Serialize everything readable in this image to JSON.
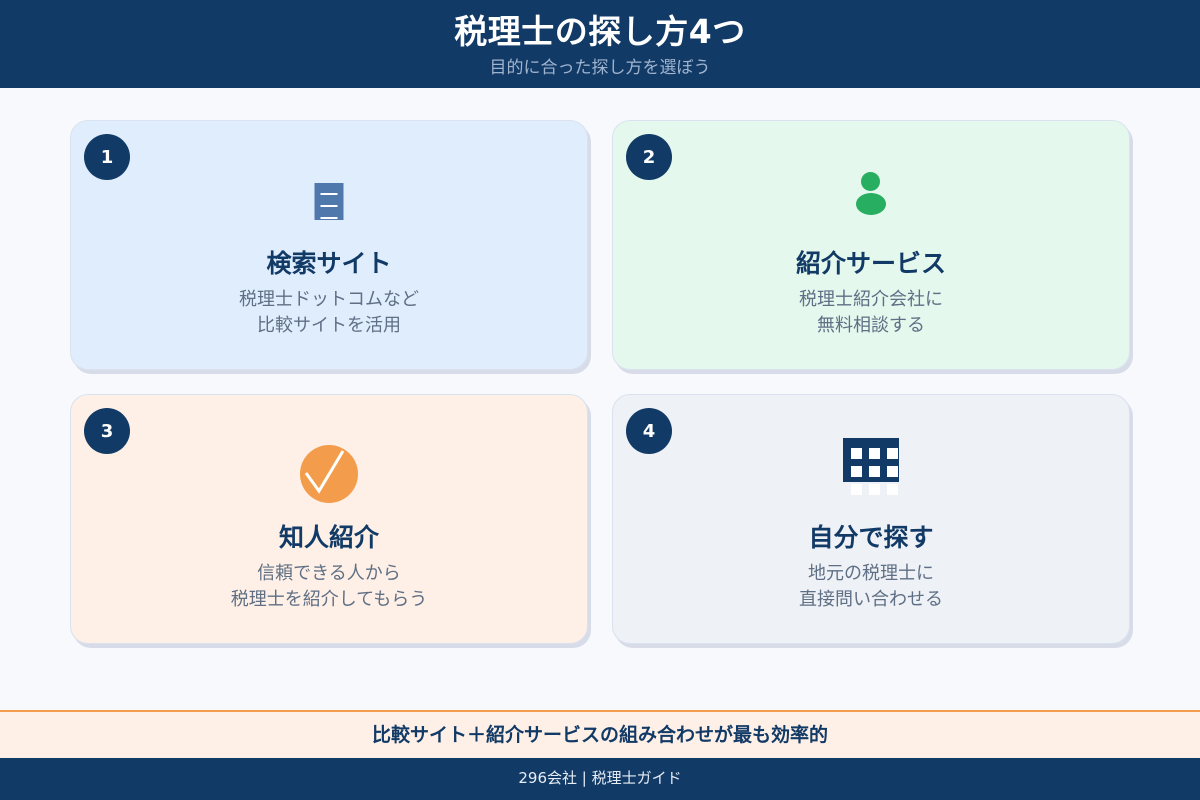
{
  "header": {
    "title": "税理士の探し方4つ",
    "subtitle": "目的に合った探し方を選ぼう"
  },
  "cards": [
    {
      "number": "1",
      "icon": "document-icon",
      "icon_color": "#4f79ad",
      "background": "#e0edfd",
      "title": "検索サイト",
      "desc_line1": "税理士ドットコムなど",
      "desc_line2": "比較サイトを活用"
    },
    {
      "number": "2",
      "icon": "person-icon",
      "icon_color": "#27ae60",
      "background": "#e4f8ed",
      "title": "紹介サービス",
      "desc_line1": "税理士紹介会社に",
      "desc_line2": "無料相談する"
    },
    {
      "number": "3",
      "icon": "check-circle-icon",
      "icon_color": "#f39c4b",
      "background": "#fef0e6",
      "title": "知人紹介",
      "desc_line1": "信頼できる人から",
      "desc_line2": "税理士を紹介してもらう"
    },
    {
      "number": "4",
      "icon": "building-icon",
      "icon_color": "#123a66",
      "background": "#eef1f6",
      "title": "自分で探す",
      "desc_line1": "地元の税理士に",
      "desc_line2": "直接問い合わせる"
    }
  ],
  "tip": {
    "text": "比較サイト＋紹介サービスの組み合わせが最も効率的"
  },
  "footer": {
    "text": "296会社 | 税理士ガイド"
  },
  "colors": {
    "navy": "#123a66",
    "accent_orange": "#f39c4b",
    "page_bg": "#f7f9fd",
    "desc_gray": "#5f6f85"
  }
}
